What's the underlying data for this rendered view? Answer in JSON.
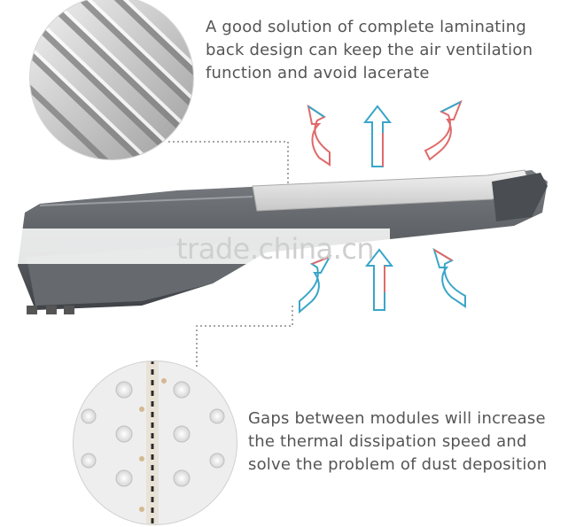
{
  "captions": {
    "top": [
      "A good solution of complete laminating",
      "back design can keep the air ventilation",
      "function and avoid lacerate"
    ],
    "bottom": [
      "Gaps between modules will increase",
      "the thermal dissipation speed and",
      "solve the problem of dust deposition"
    ]
  },
  "watermark": "trade.china.cn",
  "colors": {
    "arrow_red": "#e06a6a",
    "arrow_blue": "#3aa6c8",
    "lamp_body": "#5b5f63",
    "text": "#555555"
  }
}
